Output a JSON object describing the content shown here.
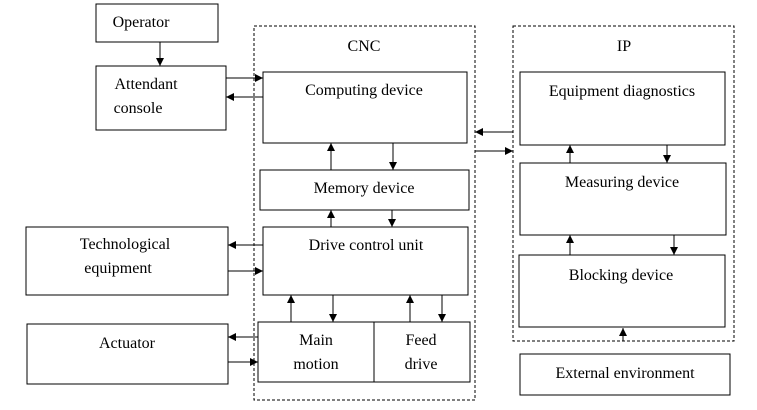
{
  "regions": {
    "cnc": "CNC",
    "ip": "IP"
  },
  "blocks": {
    "operator": "Operator",
    "attendant_console": [
      "Attendant",
      "console"
    ],
    "computing_device": "Computing device",
    "memory_device": "Memory device",
    "drive_control_unit": "Drive control unit",
    "technological_equipment": [
      "Technological",
      "equipment"
    ],
    "actuator": "Actuator",
    "main_motion": [
      "Main",
      "motion"
    ],
    "feed_drive": [
      "Feed",
      "drive"
    ],
    "equipment_diagnostics": "Equipment diagnostics",
    "measuring_device": "Measuring device",
    "blocking_device": "Blocking device",
    "external_environment": "External environment"
  }
}
